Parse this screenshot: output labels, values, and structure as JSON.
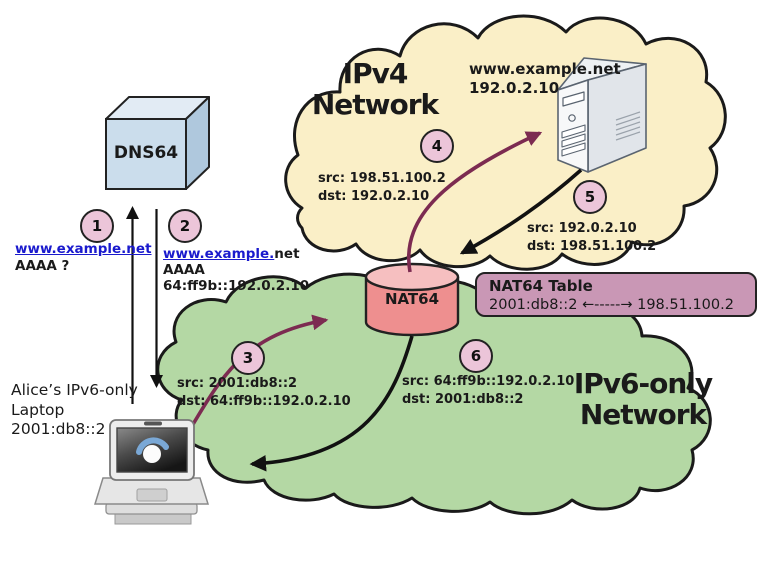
{
  "dns64": {
    "label": "DNS64"
  },
  "ipv4_network": {
    "title_line1": "IPv4",
    "title_line2": "Network"
  },
  "ipv6_network": {
    "title_line1": "IPv6-only",
    "title_line2": "Network"
  },
  "server": {
    "hostname": "www.example.net",
    "ip": "192.0.2.10"
  },
  "nat64": {
    "label": "NAT64"
  },
  "nat64_table": {
    "title": "NAT64 Table",
    "mapping": "2001:db8::2 ←-----→ 198.51.100.2"
  },
  "laptop": {
    "line1": "Alice’s IPv6-only",
    "line2": "Laptop",
    "line3": "2001:db8::2"
  },
  "step1": {
    "num": "1",
    "link": "www.example.net",
    "query": "AAAA ?"
  },
  "step2": {
    "num": "2",
    "link": "www.example.",
    "plain": "net",
    "line2": "AAAA",
    "line3": "64:ff9b::192.0.2.10"
  },
  "step3": {
    "num": "3",
    "src": "src: 2001:db8::2",
    "dst": "dst: 64:ff9b::192.0.2.10"
  },
  "step4": {
    "num": "4",
    "src": "src: 198.51.100.2",
    "dst": "dst: 192.0.2.10"
  },
  "step5": {
    "num": "5",
    "src": "src: 192.0.2.10",
    "dst": "dst: 198.51.100.2"
  },
  "step6": {
    "num": "6",
    "src": "src: 64:ff9b::192.0.2.10",
    "dst": "dst: 2001:db8::2"
  },
  "colors": {
    "ipv4_cloud": "#FAEFC7",
    "ipv6_cloud": "#B4D8A4",
    "step_circle": "#ECC5D9",
    "nat64_body": "#EE8F8F",
    "nat64_top": "#F6BFC0",
    "table_box": "#C997B5",
    "flow_request": "#7C2B51",
    "flow_reply": "#111111",
    "link_blue": "#1A1ACD",
    "cube_front": "#CBDDEC"
  }
}
